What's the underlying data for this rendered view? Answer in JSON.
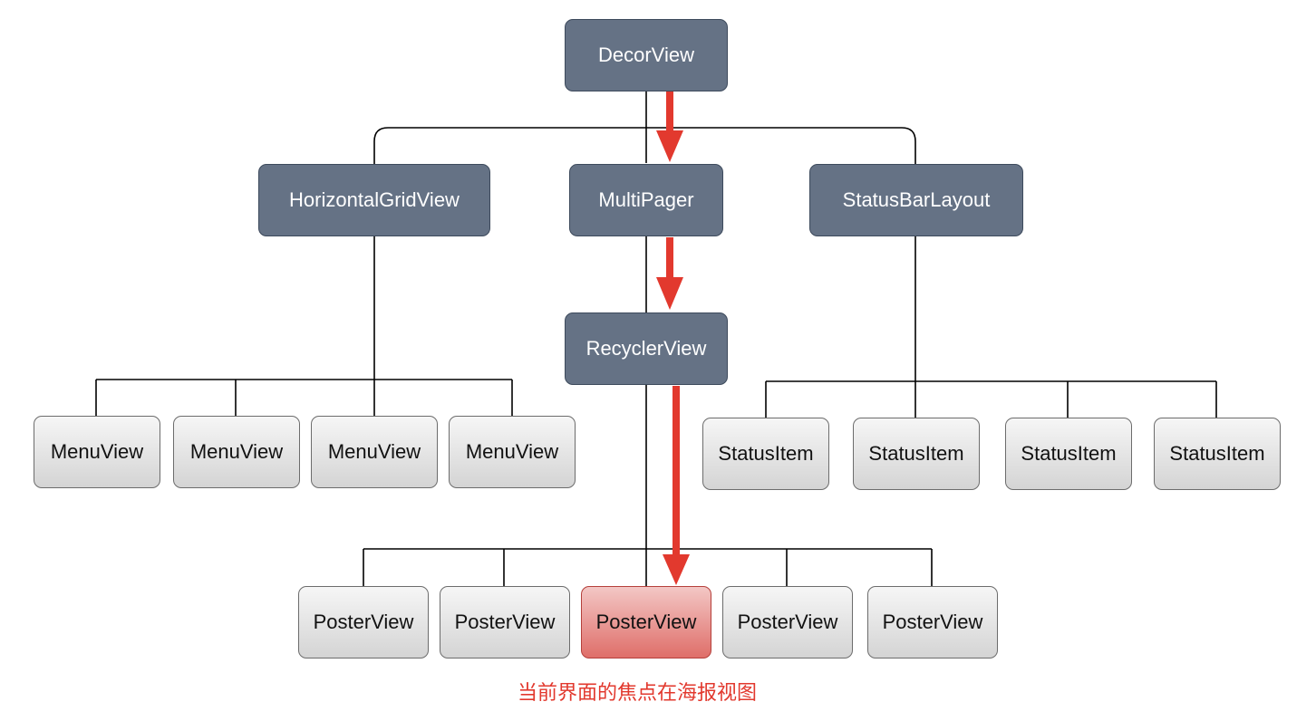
{
  "nodes": {
    "decor": "DecorView",
    "horizontal_grid": "HorizontalGridView",
    "multi_pager": "MultiPager",
    "status_bar_layout": "StatusBarLayout",
    "recycler": "RecyclerView",
    "menu_views": [
      "MenuView",
      "MenuView",
      "MenuView",
      "MenuView"
    ],
    "status_items": [
      "StatusItem",
      "StatusItem",
      "StatusItem",
      "StatusItem"
    ],
    "poster_views": [
      "PosterView",
      "PosterView",
      "PosterView",
      "PosterView",
      "PosterView"
    ]
  },
  "focused_poster_index": 2,
  "caption": "当前界面的焦点在海报视图",
  "colors": {
    "dark_node": "#657285",
    "focus_fill": "#df6e69",
    "focus_arrow": "#e2392e",
    "caption": "#e2392e",
    "connector": "#000000"
  }
}
